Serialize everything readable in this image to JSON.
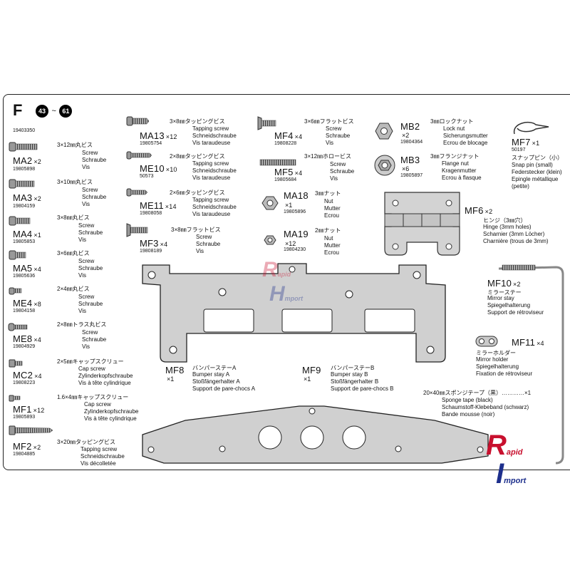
{
  "header": {
    "section_letter": "F",
    "step_from": "43",
    "step_sep": "~",
    "step_to": "61",
    "part_number": "19403350"
  },
  "parts": {
    "ma2": {
      "code": "MA2",
      "qty": "×2",
      "num": "19805898",
      "jp": "3×12㎜丸ビス",
      "en": "Screw",
      "de": "Schraube",
      "fr": "Vis"
    },
    "ma3": {
      "code": "MA3",
      "qty": "×2",
      "num": "19804159",
      "jp": "3×10㎜丸ビス",
      "en": "Screw",
      "de": "Schraube",
      "fr": "Vis"
    },
    "ma4": {
      "code": "MA4",
      "qty": "×1",
      "num": "19805853",
      "jp": "3×8㎜丸ビス",
      "en": "Screw",
      "de": "Schraube",
      "fr": "Vis"
    },
    "ma5": {
      "code": "MA5",
      "qty": "×4",
      "num": "19805636",
      "jp": "3×6㎜丸ビス",
      "en": "Screw",
      "de": "Schraube",
      "fr": "Vis"
    },
    "me4": {
      "code": "ME4",
      "qty": "×8",
      "num": "19804158",
      "jp": "2×4㎜丸ビス",
      "en": "Screw",
      "de": "Schraube",
      "fr": "Vis"
    },
    "me8": {
      "code": "ME8",
      "qty": "×4",
      "num": "19804929",
      "jp": "2×8㎜トラス丸ビス",
      "en": "Screw",
      "de": "Schraube",
      "fr": "Vis"
    },
    "mc2": {
      "code": "MC2",
      "qty": "×4",
      "num": "19808223",
      "jp": "2×5㎜キャップスクリュー",
      "en": "Cap screw",
      "de": "Zylinderkopfschraube",
      "fr": "Vis à tête cylindrique"
    },
    "mf1": {
      "code": "MF1",
      "qty": "×12",
      "num": "19805893",
      "jp": "1.6×4㎜キャップスクリュー",
      "en": "Cap screw",
      "de": "Zylinderkopfschraube",
      "fr": "Vis à tête cylindrique"
    },
    "mf2": {
      "code": "MF2",
      "qty": "×2",
      "num": "19804885",
      "jp": "3×20㎜タッピングビス",
      "en": "Tapping screw",
      "de": "Schneidschraube",
      "fr": "Vis décolletée"
    },
    "ma13": {
      "code": "MA13",
      "qty": "×12",
      "num": "19805754",
      "jp": "3×8㎜タッピングビス",
      "en": "Tapping screw",
      "de": "Schneidschraube",
      "fr": "Vis taraudeuse"
    },
    "me10": {
      "code": "ME10",
      "qty": "×10",
      "num": "50573",
      "jp": "2×8㎜タッピングビス",
      "en": "Tapping screw",
      "de": "Schneidschraube",
      "fr": "Vis taraudeuse"
    },
    "me11": {
      "code": "ME11",
      "qty": "×14",
      "num": "19808058",
      "jp": "2×6㎜タッピングビス",
      "en": "Tapping screw",
      "de": "Schneidschraube",
      "fr": "Vis taraudeuse"
    },
    "mf3": {
      "code": "MF3",
      "qty": "×4",
      "num": "19808189",
      "jp": "3×8㎜フラットビス",
      "en": "Screw",
      "de": "Schraube",
      "fr": "Vis"
    },
    "mf4": {
      "code": "MF4",
      "qty": "×4",
      "num": "19808228",
      "jp": "3×6㎜フラットビス",
      "en": "Screw",
      "de": "Schraube",
      "fr": "Vis"
    },
    "mf5": {
      "code": "MF5",
      "qty": "×4",
      "num": "19805684",
      "jp": "3×12㎜ホロービス",
      "en": "Screw",
      "de": "Schraube",
      "fr": "Vis"
    },
    "ma18": {
      "code": "MA18",
      "qty": "×1",
      "num": "19805896",
      "jp": "3㎜ナット",
      "en": "Nut",
      "de": "Mutter",
      "fr": "Ecrou"
    },
    "ma19": {
      "code": "MA19",
      "qty": "×12",
      "num": "19804230",
      "jp": "2㎜ナット",
      "en": "Nut",
      "de": "Mutter",
      "fr": "Ecrou"
    },
    "mb2": {
      "code": "MB2",
      "qty": "×2",
      "num": "19804364",
      "jp": "3㎜ロックナット",
      "en": "Lock nut",
      "de": "Sicherungsmutter",
      "fr": "Ecrou de blocage"
    },
    "mb3": {
      "code": "MB3",
      "qty": "×6",
      "num": "19805897",
      "jp": "3㎜フランジナット",
      "en": "Flange nut",
      "de": "Kragenmutter",
      "fr": "Ecrou à flasque"
    },
    "mf7": {
      "code": "MF7",
      "qty": "×1",
      "num": "50197",
      "jp": "スナップピン（小）",
      "en": "Snap pin (small)",
      "de": "Federstecker (klein)",
      "fr": "Epingle métallique",
      "fr2": "(petite)"
    },
    "mf6": {
      "code": "MF6",
      "qty": "×2",
      "jp": "ヒンジ（3㎜穴）",
      "en": "Hinge (3mm holes)",
      "de": "Scharnier (3mm Löcher)",
      "fr": "Charnière (trous de 3mm)"
    },
    "mf10": {
      "code": "MF10",
      "qty": "×2",
      "jp": "ミラーステー",
      "en": "Mirror stay",
      "de": "Spiegelhalterung",
      "fr": "Support de rétroviseur"
    },
    "mf11": {
      "code": "MF11",
      "qty": "×4",
      "jp": "ミラーホルダー",
      "en": "Mirror holder",
      "de": "Spiegelhalterung",
      "fr": "Fixation de rétroviseur"
    },
    "mf8": {
      "code": "MF8",
      "qty": "×1",
      "jp": "バンパーステーA",
      "en": "Bumper stay A",
      "de": "Stoßfängerhalter A",
      "fr": "Support de pare-chocs A"
    },
    "mf9": {
      "code": "MF9",
      "qty": "×1",
      "jp": "バンパーステーB",
      "en": "Bumper stay B",
      "de": "Stoßfängerhalter B",
      "fr": "Support de pare-chocs B"
    }
  },
  "sponge": {
    "jp": "20×40㎜スポンジテープ（黒）…………×1",
    "en": "Sponge tape (black)",
    "de": "Schaumstoff-Klebeband (schwarz)",
    "fr": "Bande mousse (noir)"
  },
  "watermark": {
    "word1": "apid",
    "word2": "mport",
    "r": "R",
    "h": "H",
    "i": "I"
  },
  "colors": {
    "plate": "#cfcfcf",
    "line": "#222",
    "accent_red": "#c8102e",
    "accent_blue": "#1d2f8c"
  }
}
